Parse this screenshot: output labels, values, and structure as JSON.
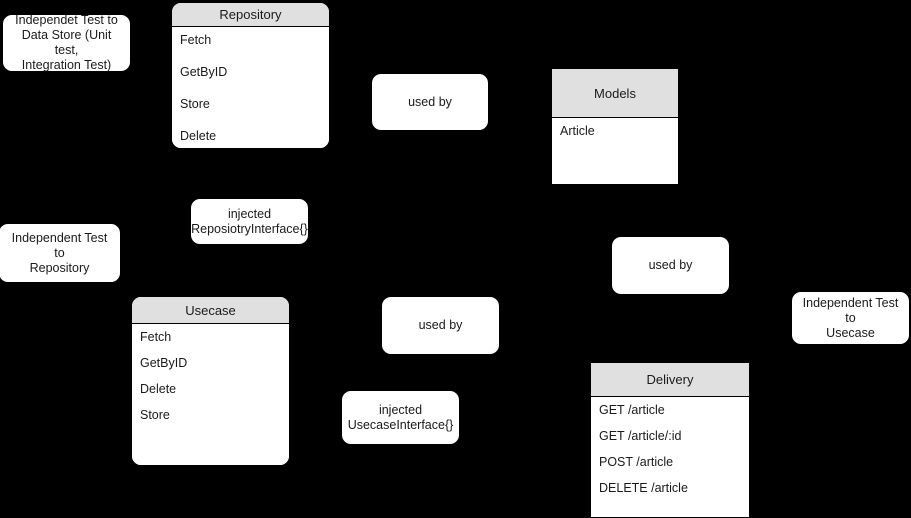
{
  "diagram": {
    "background_color": "#000000",
    "node_fill": "#ffffff",
    "header_fill": "#e0e0e0",
    "stroke": "#000000",
    "text_color": "#1a1a1a"
  },
  "notes": {
    "test_to_data_store": "Independet Test  to\nData Store (Unit test,\nIntegration Test)",
    "used_by_1": "used by",
    "injected_repository_interface": "injected\nReposiotryInterface{}",
    "test_to_repository": "Independent Test to\nRepository",
    "used_by_2": "used by",
    "used_by_3": "used by",
    "test_to_usecase": "Independent Test to\nUsecase",
    "injected_usecase_interface": "injected\nUsecaseInterface{}"
  },
  "classes": {
    "repository": {
      "title": "Repository",
      "members": [
        "Fetch",
        "GetByID",
        "Store",
        "Delete"
      ]
    },
    "models": {
      "title": "Models",
      "members": [
        "Article"
      ]
    },
    "usecase": {
      "title": "Usecase",
      "members": [
        "Fetch",
        "GetByID",
        "Delete",
        "Store"
      ]
    },
    "delivery": {
      "title": "Delivery",
      "members": [
        "GET /article",
        "GET /article/:id",
        "POST /article",
        "DELETE /article"
      ]
    }
  }
}
